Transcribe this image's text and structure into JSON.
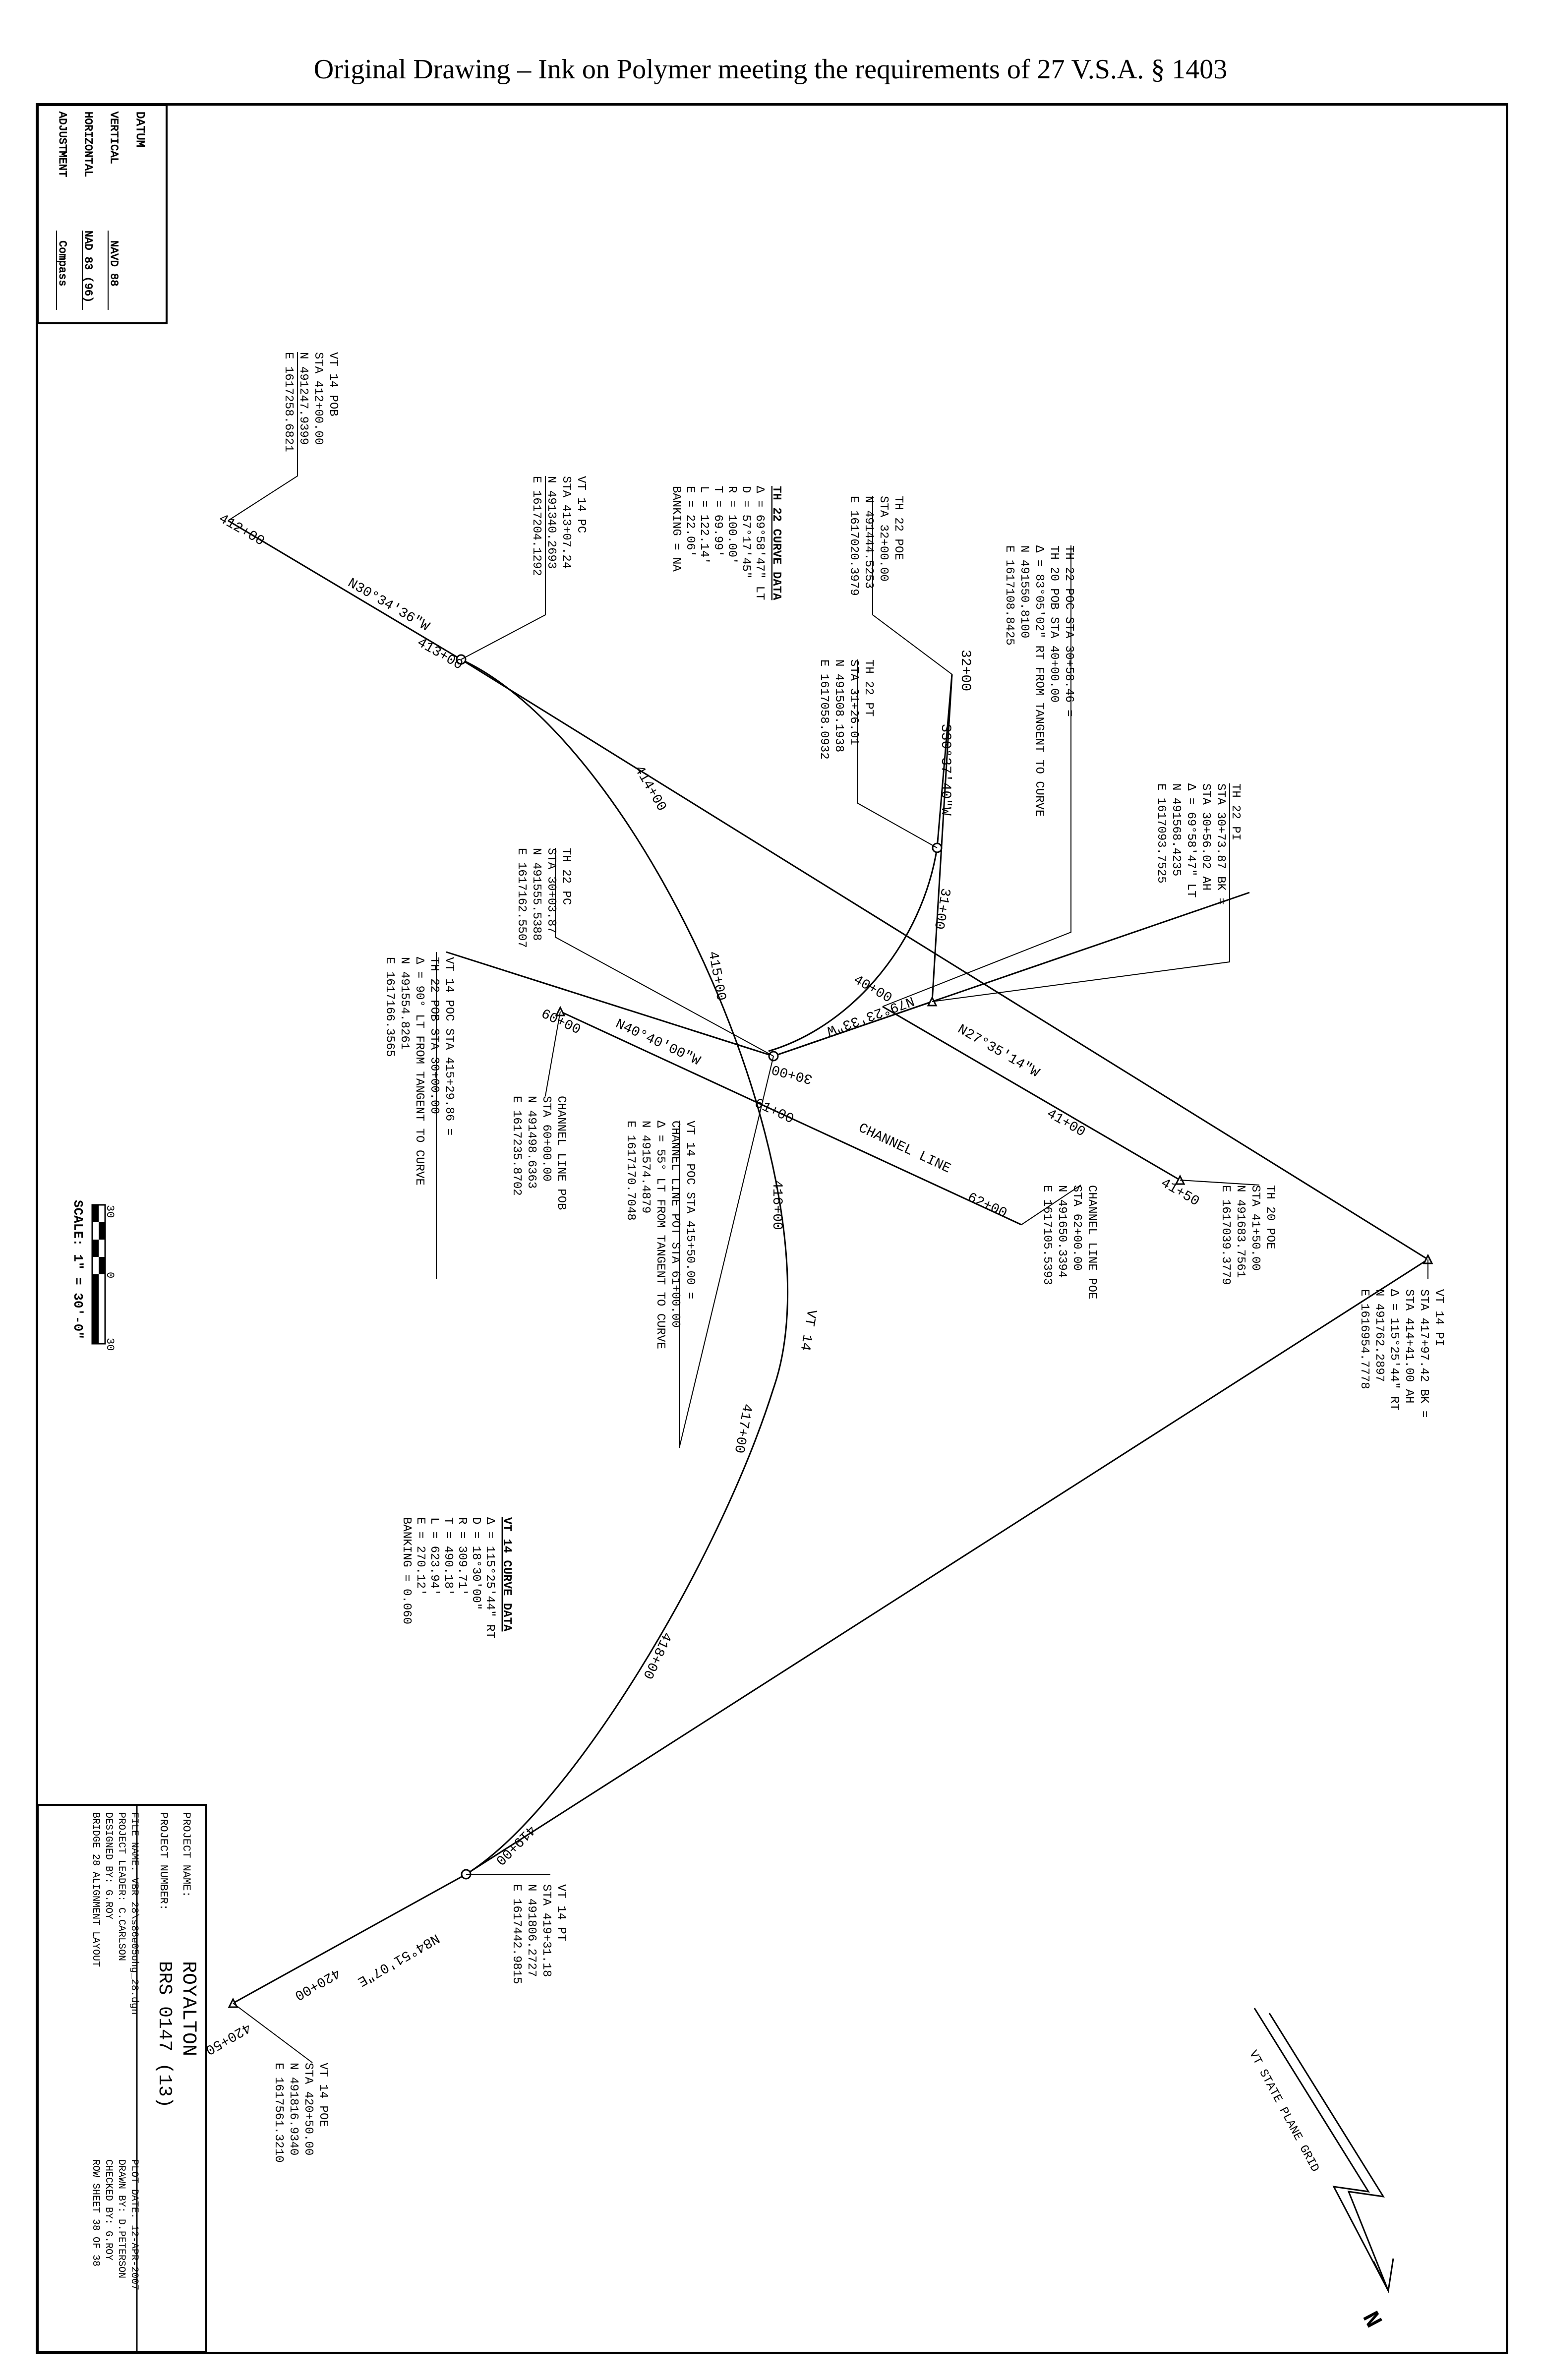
{
  "header": "Original Drawing – Ink on Polymer meeting the requirements of 27 V.S.A. § 1403",
  "datum": {
    "title": "DATUM",
    "rows": [
      {
        "label": "VERTICAL",
        "value": "NAVD 88"
      },
      {
        "label": "HORIZONTAL",
        "value": "NAD 83 (96)"
      },
      {
        "label": "ADJUSTMENT",
        "value": "Compass"
      }
    ]
  },
  "north_arrow": {
    "label": "VT STATE PLANE GRID",
    "letter": "N"
  },
  "scale_bar": {
    "label": "SCALE: 1\" = 30'-0\"",
    "ticks": [
      "30",
      "0",
      "30"
    ]
  },
  "title_block": {
    "project_name_label": "PROJECT NAME:",
    "project_name": "ROYALTON",
    "project_number_label": "PROJECT NUMBER:",
    "project_number": "BRS 0147 (13)",
    "file_name": "FILE NAME: VBR 28\\s86e05ohg_28.dgn",
    "project_leader": "PROJECT LEADER: C.CARLSON",
    "designed_by": "DESIGNED BY: G.ROY",
    "sheet_title": "BRIDGE 28 ALIGNMENT LAYOUT",
    "plot_date": "PLOT DATE: 12-APR-2007",
    "drawn_by": "DRAWN BY: D.PETERSON",
    "checked_by": "CHECKED BY: G.ROY",
    "row_sheet": "ROW SHEET 38 OF 38"
  },
  "labels": {
    "vt14_pob": [
      "VT 14 POB",
      "STA 412+00.00",
      "N 491247.9399",
      "E 1617258.6821"
    ],
    "vt14_pc": [
      "VT 14 PC",
      "STA 413+07.24",
      "N 491340.2693",
      "E 1617204.1292"
    ],
    "th22_poe": [
      "TH 22 POE",
      "STA 32+00.00",
      "N 491444.5253",
      "E 1617020.3979"
    ],
    "th22_curve": [
      "TH 22 CURVE DATA",
      "Δ = 69°58'47\" LT",
      "D = 57°17'45\"",
      "R = 100.00'",
      "T = 69.99'",
      "L = 122.14'",
      "E = 22.06'",
      "BANKING = NA"
    ],
    "th22_poc": [
      "TH 22 POC STA 30+58.46 =",
      "TH 20 POB STA 40+00.00",
      "Δ = 83°05'02\" RT FROM TANGENT TO CURVE",
      "N 491550.8100",
      "E 1617108.8425"
    ],
    "th22_pt": [
      "TH 22 PT",
      "STA 31+26.01",
      "N 491508.1938",
      "E 1617058.0932"
    ],
    "th22_pi": [
      "TH 22 PI",
      "STA 30+73.87 BK =",
      "STA 30+56.02 AH",
      "Δ = 69°58'47\" LT",
      "N 491568.4235",
      "E 1617093.7525"
    ],
    "th22_pc": [
      "TH 22 PC",
      "STA 30+03.87",
      "N 491555.5388",
      "E 1617162.5507"
    ],
    "vt14_poc": [
      "VT 14 POC STA 415+29.86 =",
      "TH 22 POB STA 30+00.00",
      "Δ = 90° LT FROM TANGENT TO CURVE",
      "N 491554.8261",
      "E 1617166.3565"
    ],
    "channel_pob": [
      "CHANNEL LINE POB",
      "STA 60+00.00",
      "N 491498.6363",
      "E 1617235.8702"
    ],
    "vt14_poc2": [
      "VT 14 POC STA 415+50.00 =",
      "CHANNEL LINE POT STA 61+00.00",
      "Δ = 55° LT FROM TANGENT TO CURVE",
      "N 491574.4879",
      "E 1617170.7048"
    ],
    "channel_poe": [
      "CHANNEL LINE POE",
      "STA 62+00.00",
      "N 491650.3394",
      "E 1617105.5393"
    ],
    "th20_poe": [
      "TH 20 POE",
      "STA 41+50.00",
      "N 491683.7561",
      "E 1617039.3779"
    ],
    "vt14_pi": [
      "VT 14 PI",
      "STA 417+97.42 BK =",
      "STA 414+41.00 AH",
      "Δ = 115°25'44\" RT",
      "N 491762.2897",
      "E 1616954.7778"
    ],
    "vt14_curve": [
      "VT 14 CURVE DATA",
      "Δ = 115°25'44\" RT",
      "D = 18°30'00\"",
      "R = 309.71'",
      "T = 490.18'",
      "L = 623.94'",
      "E = 270.12'",
      "BANKING = 0.060"
    ],
    "vt14_pt": [
      "VT 14 PT",
      "STA 419+31.18",
      "N 491806.2727",
      "E 1617442.9815"
    ],
    "vt14_poe": [
      "VT 14 POE",
      "STA 420+50.00",
      "N 491816.9340",
      "E 1617561.3210"
    ]
  },
  "line_labels": {
    "bearing_vt14_back": "N30°34'36\"W",
    "bearing_th22": "S30°37'40\"W",
    "bearing_th22_b": "N79°23'33\"W",
    "bearing_th20": "N27°35'14\"W",
    "bearing_channel": "N40°40'00\"W",
    "channel_line": "CHANNEL LINE",
    "bearing_vt14_ahead": "N84°51'07\"E",
    "vt14_cl": "VT 14"
  },
  "stations": [
    "412+00",
    "413+00",
    "414+00",
    "415+00",
    "416+00",
    "417+00",
    "418+00",
    "419+00",
    "420+00",
    "420+50",
    "32+00",
    "31+00",
    "30+00",
    "40+00",
    "41+00",
    "41+50",
    "60+00",
    "61+00",
    "62+00"
  ]
}
